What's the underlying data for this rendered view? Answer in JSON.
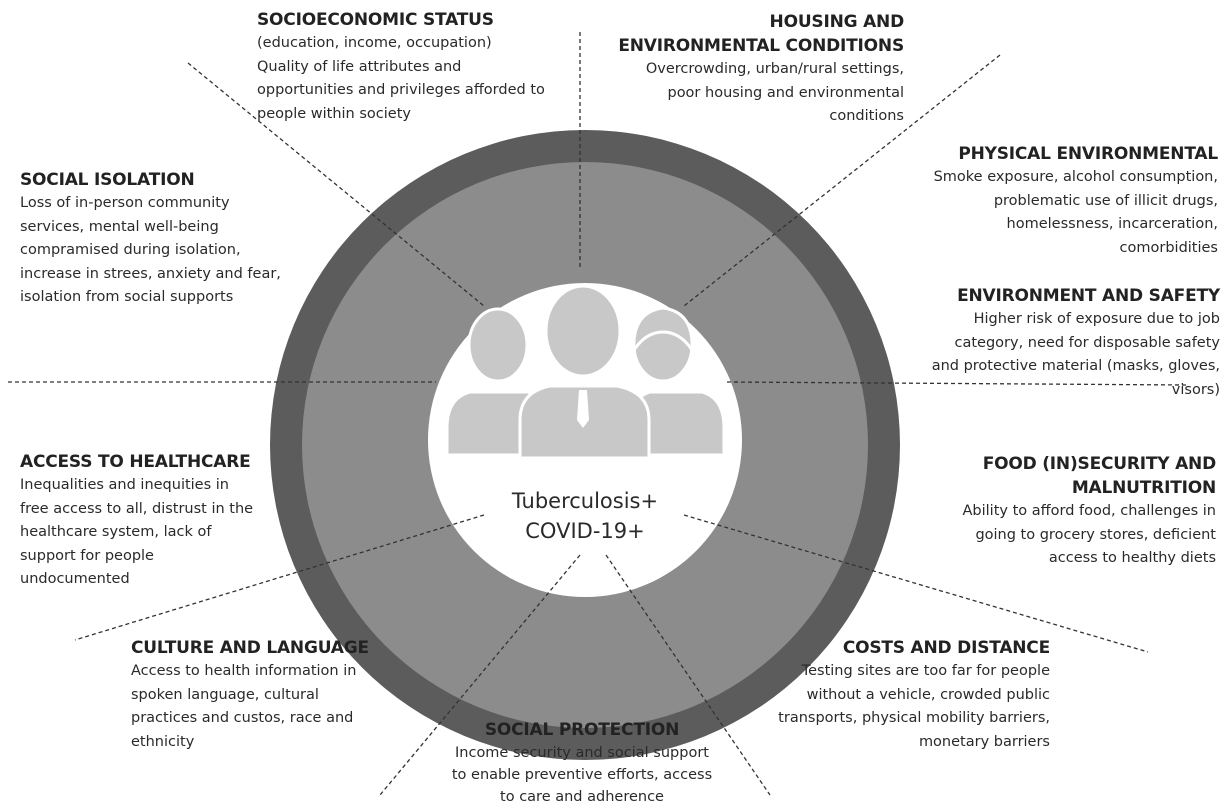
{
  "center": {
    "line1": "Tuberculosis+",
    "line2": "COVID-19+"
  },
  "icons": [
    "person-icon",
    "person-icon",
    "person-icon"
  ],
  "colors": {
    "outer_ring": "#5c5c5c",
    "inner_ring": "#8c8c8c",
    "inner_circle": "#ffffff",
    "people": "#c8c8c8",
    "dashed": "#333333"
  },
  "categories": [
    {
      "title": "SOCIOECONOMIC STATUS",
      "text": "(education, income, occupation)\nQuality of life attributes and\nopportunities and privileges afforded to\npeople within society"
    },
    {
      "title": "HOUSING AND\nENVIRONMENTAL CONDITIONS",
      "text": "Overcrowding, urban/rural settings,\npoor housing and environmental\nconditions"
    },
    {
      "title": "PHYSICAL ENVIRONMENTAL",
      "text": "Smoke exposure, alcohol consumption,\nproblematic use of illicit drugs,\nhomelessness, incarceration,\ncomorbidities"
    },
    {
      "title": "ENVIRONMENT AND SAFETY",
      "text": "Higher risk of exposure due to job\ncategory, need for disposable safety\nand protective material (masks, gloves,\nvisors)"
    },
    {
      "title": "FOOD (IN)SECURITY AND\nMALNUTRITION",
      "text": "Ability to afford food, challenges in\ngoing to grocery stores, deficient\naccess to healthy diets"
    },
    {
      "title": "COSTS AND DISTANCE",
      "text": "Testing sites are too far for people\nwithout a vehicle, crowded public\ntransports, physical mobility barriers,\nmonetary barriers"
    },
    {
      "title": "SOCIAL PROTECTION",
      "text": "Income security and social support\nto enable preventive efforts, access\nto care and adherence"
    },
    {
      "title": "CULTURE AND LANGUAGE",
      "text": "Access to health information in\nspoken language, cultural\npractices and custos, race and\nethnicity"
    },
    {
      "title": "ACCESS TO HEALTHCARE",
      "text": "Inequalities and inequities in\nfree access to all, distrust in the\nhealthcare system, lack of\nsupport for people\nundocumented"
    },
    {
      "title": "SOCIAL ISOLATION",
      "text": "Loss of in-person community\nservices, mental well-being\ncompramised during isolation,\nincrease in strees, anxiety and fear,\nisolation from social supports"
    }
  ]
}
